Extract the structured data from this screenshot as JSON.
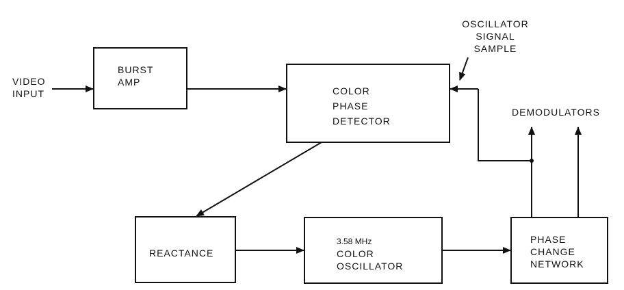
{
  "diagram": {
    "video_input": [
      "VIDEO",
      "INPUT"
    ],
    "burst_amp": [
      "BURST",
      "AMP"
    ],
    "color_phase_detector": [
      "COLOR",
      "PHASE",
      "DETECTOR"
    ],
    "oscillator_signal_sample": [
      "OSCILLATOR",
      "SIGNAL",
      "SAMPLE"
    ],
    "demodulators": "DEMODULATORS",
    "reactance": "REACTANCE",
    "color_oscillator": [
      "3.58 MHz",
      "COLOR",
      "OSCILLATOR"
    ],
    "phase_change_network": [
      "PHASE",
      "CHANGE",
      "NETWORK"
    ]
  }
}
